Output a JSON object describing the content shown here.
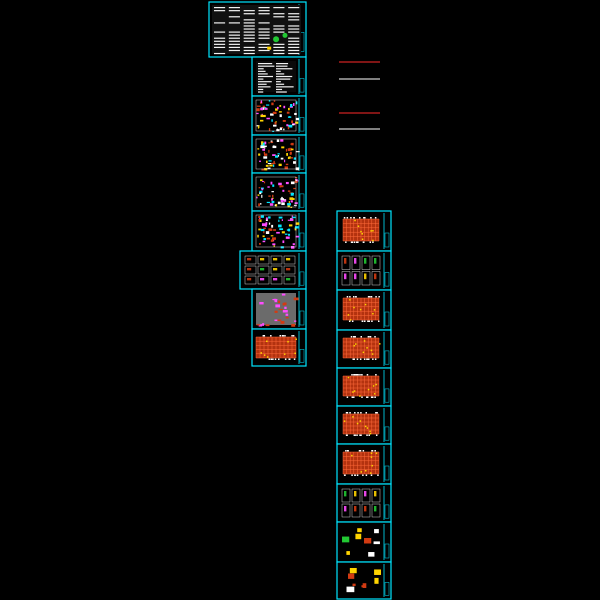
{
  "viewer": {
    "background": "#000000"
  },
  "colors": {
    "sheet_border": "#00e5ff",
    "plan_red": "#d23b12",
    "plan_line": "#ff6a3a",
    "annot_red": "#ff2a2a",
    "annot_white": "#ffffff",
    "table_white": "#f2f2f2",
    "yellow": "#ffd400",
    "green": "#22c833",
    "magenta": "#ff4cff"
  },
  "sheet_set_a": {
    "count": 9,
    "sheet_types": [
      "cover-table",
      "notes-sheet",
      "detail-sheet",
      "plan-sheet",
      "plan-sheet",
      "plan-sheet",
      "detail-grid-sheet",
      "site-plan-sheet",
      "floor-plan-sheet"
    ]
  },
  "sheet_set_b": {
    "count": 10,
    "sheet_types": [
      "floor-plan-sheet",
      "detail-grid-sheet",
      "floor-plan-sheet",
      "floor-plan-sheet",
      "floor-plan-sheet",
      "floor-plan-sheet",
      "floor-plan-sheet",
      "detail-grid-sheet",
      "stair-detail-sheet",
      "stair-detail-sheet"
    ]
  },
  "annotation_lines": {
    "count": 4
  }
}
